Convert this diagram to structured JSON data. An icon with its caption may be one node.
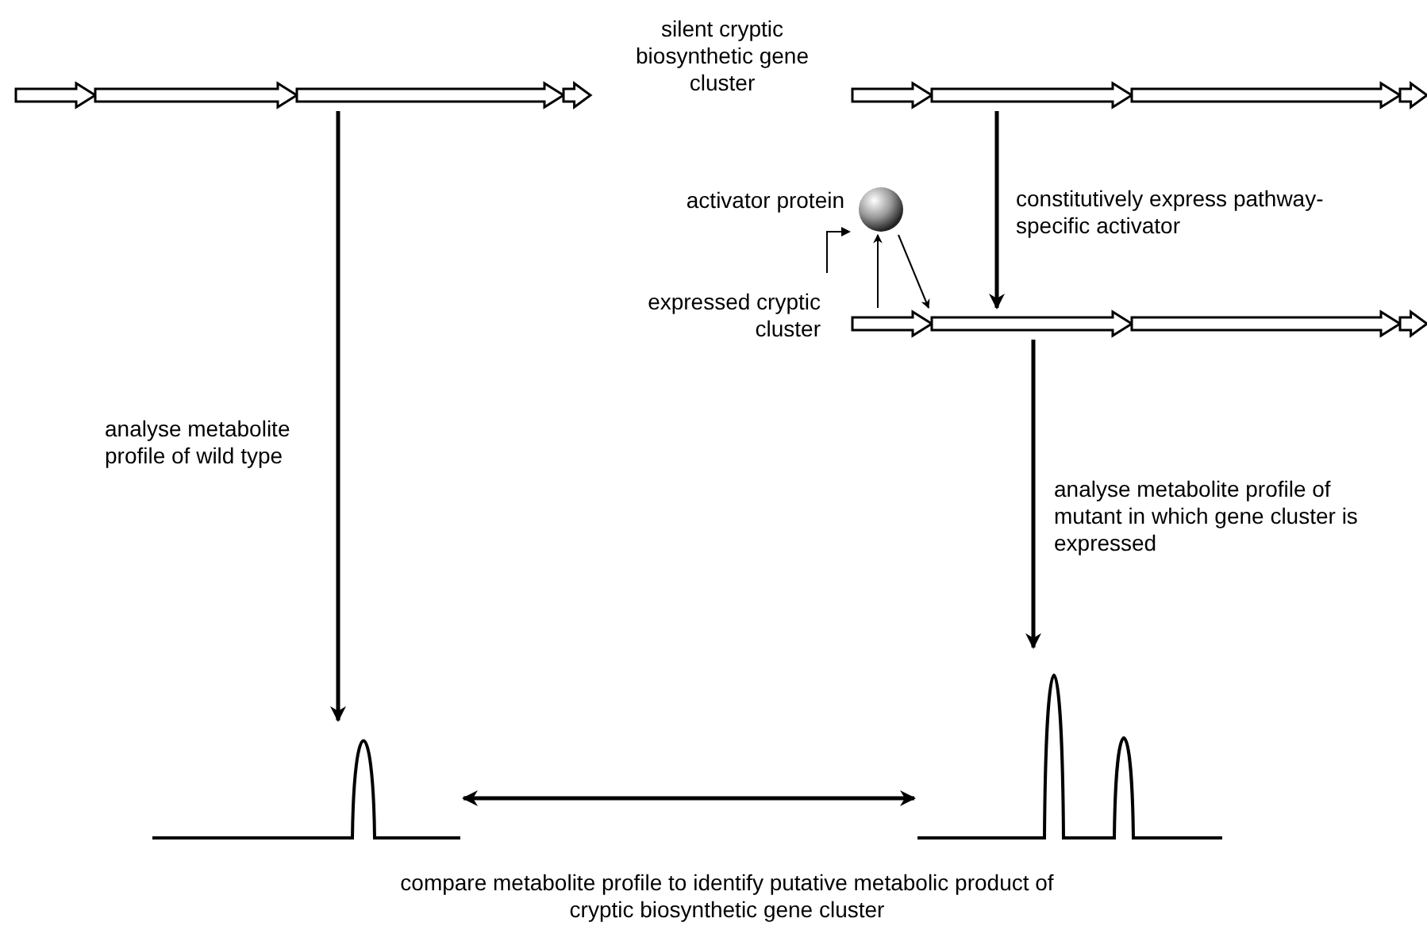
{
  "diagram": {
    "nodes": [
      {
        "text": [],
        "shape": "bar"
      },
      {
        "text": [],
        "shape": "bar"
      },
      {
        "text": [],
        "shape": "bar",
        "beside": [
          "expressed cryptic cluster"
        ]
      },
      {
        "text": [],
        "shape": "circle",
        "beside": [
          "activator protein"
        ]
      },
      {
        "text": [],
        "shape": "picture"
      },
      {
        "text": [],
        "shape": "picture"
      }
    ],
    "edges": [
      {
        "from": 0,
        "to": 4,
        "arrow": "to",
        "label": "analyse metabolite profile of wild type"
      },
      {
        "from": 1,
        "to": 2,
        "arrow": "to",
        "label": "constitutively express pathway-specific activator"
      },
      {
        "from": 2,
        "to": 3,
        "arrow": "to"
      },
      {
        "from": 3,
        "to": 2,
        "arrow": "to"
      },
      {
        "from": 2,
        "to": 5,
        "arrow": "to",
        "label": "analyse metabolite profile of mutant in which gene cluster is expressed"
      },
      {
        "from": 4,
        "to": 5,
        "arrow": "both",
        "label": "compare metabolite profile to identify putative metabolic product of cryptic biosynthetic gene cluster"
      }
    ],
    "labels": [
      "silent cryptic biosynthetic gene cluster"
    ]
  }
}
